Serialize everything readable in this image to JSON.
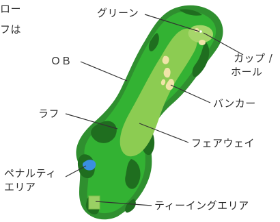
{
  "top_text": {
    "line1": "ロー",
    "line2": "フは"
  },
  "labels": {
    "green": "グリーン",
    "ob": "ＯＢ",
    "cup_line1": "カップ /",
    "cup_line2": "ホール",
    "bunker": "バンカー",
    "rough": "ラフ",
    "fairway": "フェアウェイ",
    "penalty_line1": "ペナルティ",
    "penalty_line2": "エリア",
    "tee": "ティーイングエリア"
  },
  "colors": {
    "ob_edge": "#2f8f2f",
    "rough_light": "#33b233",
    "rough_dark": "#1f6e1f",
    "fairway": "#8ccc52",
    "green": "#a6d66a",
    "bunker": "#f0e4a8",
    "water": "#3a8fe0",
    "tee": "#9ad064"
  }
}
